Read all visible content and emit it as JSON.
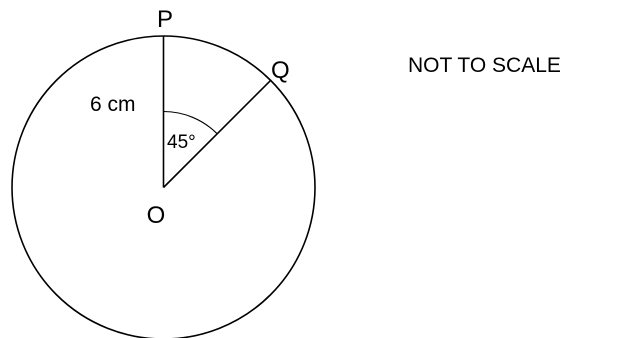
{
  "diagram": {
    "points": {
      "top": "P",
      "edge": "Q",
      "centre": "O"
    },
    "radius_label": "6 cm",
    "angle_label": "45°",
    "scale_note": "NOT TO SCALE",
    "colors": {
      "stroke": "#000000",
      "background": "#ffffff"
    }
  }
}
